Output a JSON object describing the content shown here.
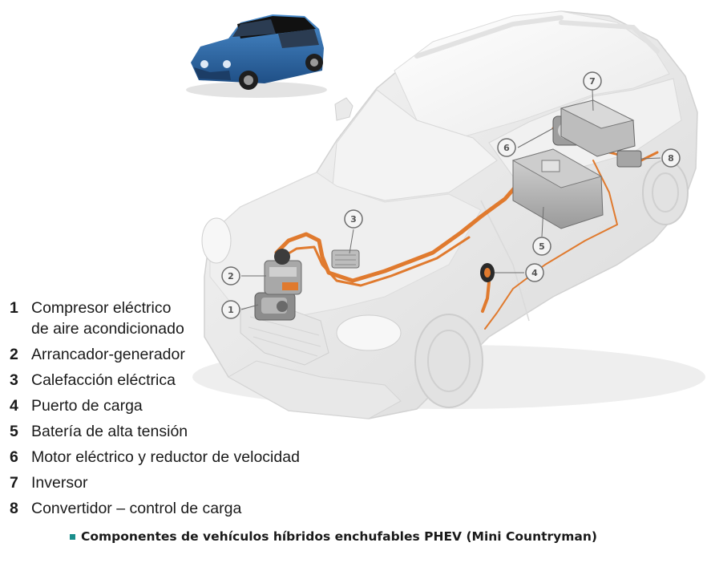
{
  "legend": {
    "items": [
      {
        "num": "1",
        "text": "Compresor eléctrico\nde aire acondicionado"
      },
      {
        "num": "2",
        "text": "Arrancador-generador"
      },
      {
        "num": "3",
        "text": "Calefacción eléctrica"
      },
      {
        "num": "4",
        "text": "Puerto de carga"
      },
      {
        "num": "5",
        "text": "Batería de alta tensión"
      },
      {
        "num": "6",
        "text": "Motor eléctrico y reductor de velocidad"
      },
      {
        "num": "7",
        "text": "Inversor"
      },
      {
        "num": "8",
        "text": "Convertidor – control de carga"
      }
    ]
  },
  "caption": "Componentes de vehículos híbridos enchufables PHEV (Mini Countryman)",
  "callouts": [
    "1",
    "2",
    "3",
    "4",
    "5",
    "6",
    "7",
    "8"
  ],
  "colors": {
    "cable": "#e07a2e",
    "caption_bullet": "#1a8e8c",
    "car_body": "#ececec",
    "thumbnail_car": "#2f6fae"
  },
  "icons": {
    "thumbnail": "mini-countryman-blue-car-icon",
    "main": "phantom-car-cutaway-illustration"
  }
}
